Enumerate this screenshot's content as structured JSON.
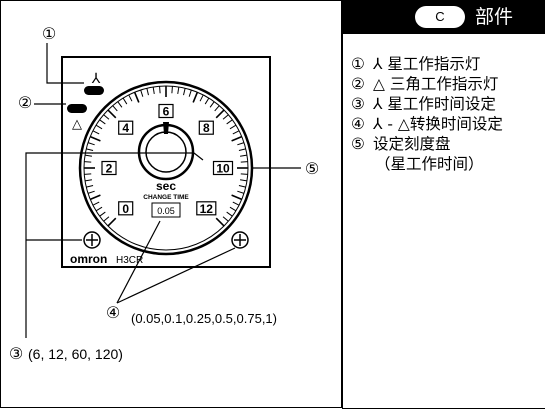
{
  "diagram": {
    "callouts": [
      "①",
      "②",
      "③",
      "④",
      "⑤"
    ],
    "dial": {
      "scale_numbers": [
        "0",
        "2",
        "4",
        "6",
        "8",
        "10",
        "12"
      ],
      "unit": "sec",
      "change_time_label": "CHANGE TIME",
      "change_time_value": "0.05"
    },
    "brand": "omron",
    "model": "H3CR",
    "callout4_values": "(0.05,0.1,0.25,0.5,0.75,1)",
    "callout3_values": "(6, 12, 60, 120)",
    "star_symbol": "⅄",
    "delta_symbol": "△"
  },
  "panel": {
    "header_badge": "C",
    "header_title": "部件",
    "legend": [
      {
        "num": "①",
        "text": "⅄ 星工作指示灯"
      },
      {
        "num": "②",
        "text": "△ 三角工作指示灯"
      },
      {
        "num": "③",
        "text": "⅄ 星工作时间设定"
      },
      {
        "num": "④",
        "text": "⅄ - △转换时间设定"
      },
      {
        "num": "⑤",
        "text": "设定刻度盘"
      }
    ],
    "legend_continuation": "（星工作时间）"
  },
  "colors": {
    "ink": "#000000",
    "background": "#ffffff"
  }
}
